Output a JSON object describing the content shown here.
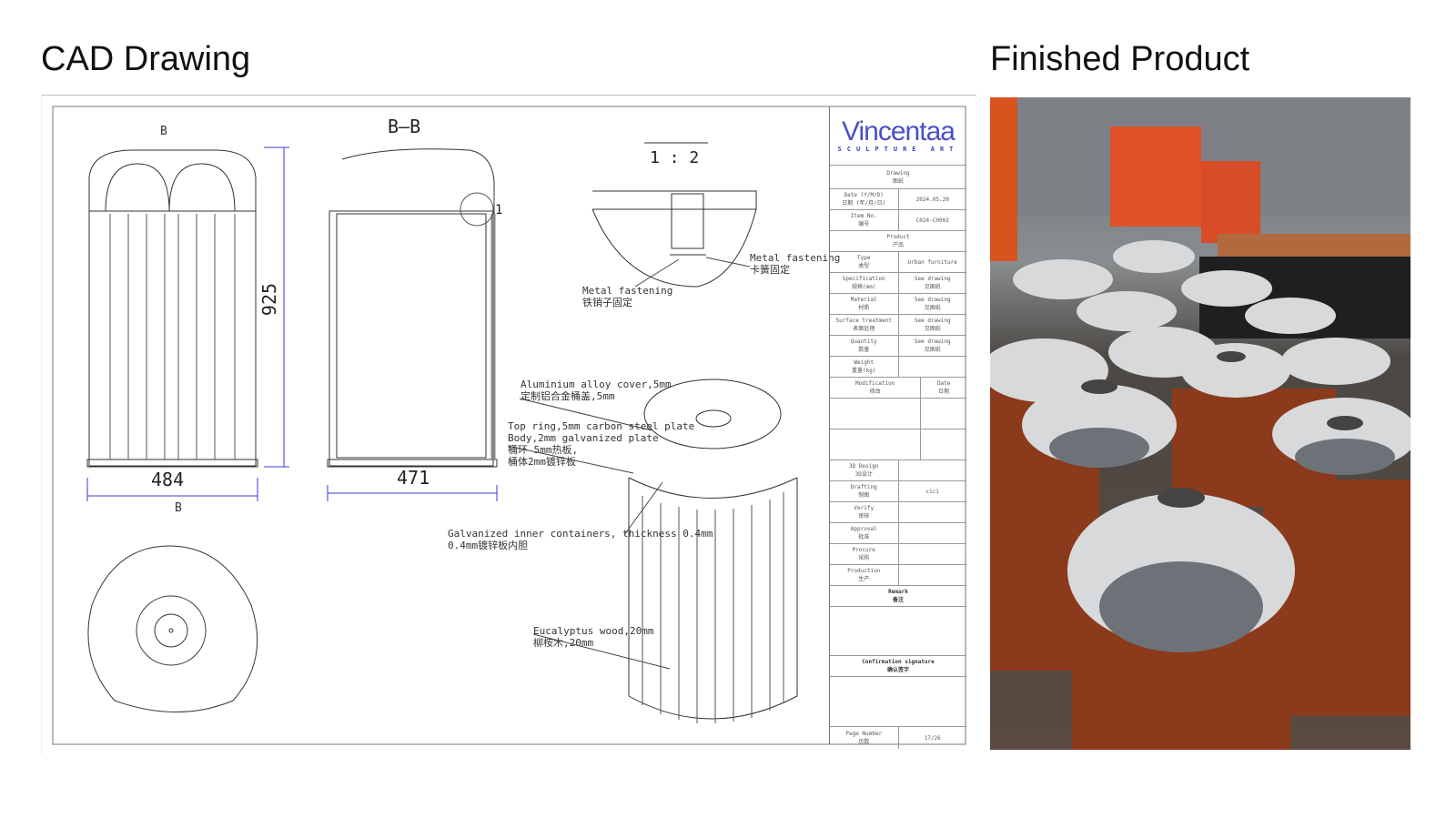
{
  "titles": {
    "cad": "CAD Drawing",
    "product": "Finished Product"
  },
  "drawing": {
    "section_mark": "B",
    "section_title": "B—B",
    "detail_mark": "1",
    "detail_scale_num": "1",
    "detail_scale": "1 : 2",
    "dims": {
      "height": "925",
      "width_front": "484",
      "width_section": "471"
    },
    "annotations": [
      {
        "en": "Metal fastening",
        "zh": "卡簧固定"
      },
      {
        "en": "Metal fastening",
        "zh": "铁销子固定"
      },
      {
        "en": "Aluminium alloy cover,5mm",
        "zh": "定制铝合金桶盖,5mm"
      },
      {
        "en": "Top ring,5mm carbon steel plate",
        "en2": "Body,2mm galvanized plate",
        "zh": "桶环 5mm热板,",
        "zh2": "桶体2mm镀锌板"
      },
      {
        "en": "Galvanized inner containers, thickness 0.4mm",
        "zh": "0.4mm镀锌板内胆"
      },
      {
        "en": "Eucalyptus wood,20mm",
        "zh": "柳桉木,20mm"
      }
    ]
  },
  "title_block": {
    "logo": "Vincentaa",
    "logo_sub": "SCULPTURE ART",
    "drawing": [
      "Drawing",
      "图纸"
    ],
    "date": [
      "Date (Y/M/D)",
      "日期 (年/月/日)",
      "2024.05.20"
    ],
    "item_no": [
      "Item No.",
      "编号",
      "C024-C0002"
    ],
    "product": [
      "Product",
      "产品"
    ],
    "type": [
      "Type",
      "类型",
      "Urban furniture"
    ],
    "spec": [
      "Specification",
      "规格(mm)",
      "See drawing",
      "见图纸"
    ],
    "material": [
      "Material",
      "材质",
      "See drawing",
      "见图纸"
    ],
    "surface": [
      "Surface treatment",
      "表面处理",
      "See drawing",
      "见图纸"
    ],
    "quantity": [
      "Quantity",
      "数量",
      "See drawing",
      "见图纸"
    ],
    "weight": [
      "Weight",
      "重量(kg)"
    ],
    "modification": [
      "Modification",
      "修改"
    ],
    "mod_date": [
      "Date",
      "日期"
    ],
    "design3d": [
      "3D Design",
      "3D设计"
    ],
    "drafting": [
      "Drafting",
      "制图",
      "cici"
    ],
    "verify": [
      "Verify",
      "审核"
    ],
    "approval": [
      "Approval",
      "批准"
    ],
    "procure": [
      "Procure",
      "采购"
    ],
    "production": [
      "Production",
      "生产"
    ],
    "remark": [
      "Remark",
      "备注"
    ],
    "confirm": [
      "Confirmation signature",
      "确认签字"
    ],
    "page": [
      "Page Number",
      "页数",
      "17/26"
    ]
  }
}
